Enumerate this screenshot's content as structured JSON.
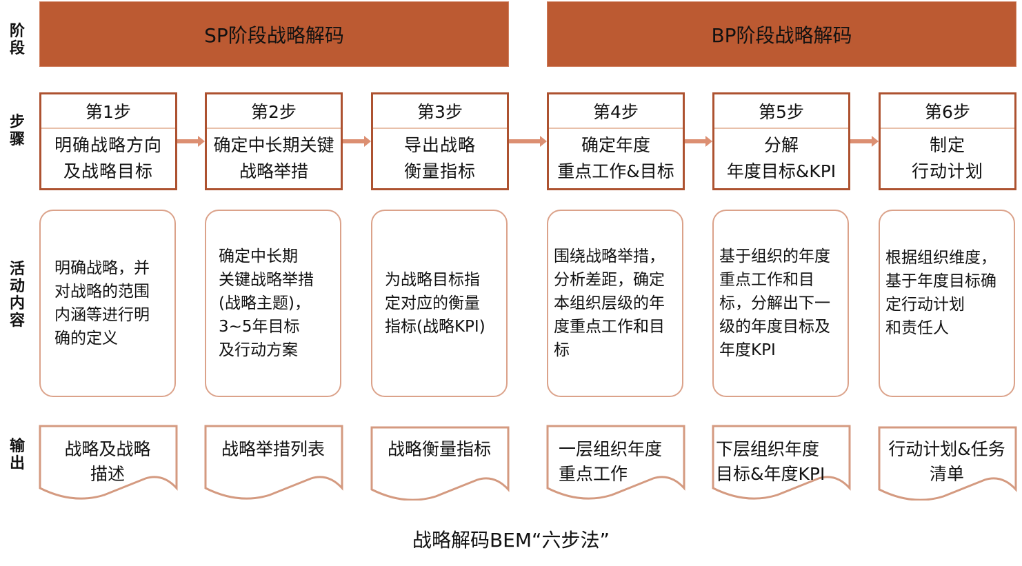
{
  "row_labels": {
    "phase": "阶\n段",
    "steps": "步\n骤",
    "activities": "活\n动\n内\n容",
    "outputs": "输\n出"
  },
  "phases": [
    {
      "label": "SP阶段战略解码"
    },
    {
      "label": "BP阶段战略解码"
    }
  ],
  "steps": [
    {
      "title": "第1步",
      "line1": "明确战略方向",
      "line2": "及战略目标"
    },
    {
      "title": "第2步",
      "line1": "确定中长期关键",
      "line2": "战略举措"
    },
    {
      "title": "第3步",
      "line1": "导出战略",
      "line2": "衡量指标"
    },
    {
      "title": "第4步",
      "line1": "确定年度",
      "line2": "重点工作&目标"
    },
    {
      "title": "第5步",
      "line1": "分解",
      "line2": "年度目标&KPI"
    },
    {
      "title": "第6步",
      "line1": "制定",
      "line2": "行动计划"
    }
  ],
  "activities": [
    {
      "text": "明确战略，并\n对战略的范围\n内涵等进行明\n确的定义"
    },
    {
      "text": "确定中长期\n关键战略举措\n(战略主题)，\n3~5年目标\n及行动方案"
    },
    {
      "text": "为战略目标指\n定对应的衡量\n指标(战略KPI)"
    },
    {
      "text": "围绕战略举措，\n分析差距，确定\n本组织层级的年\n度重点工作和目\n标"
    },
    {
      "text": "基于组织的年度\n重点工作和目\n标，分解出下一\n级的年度目标及\n年度KPI"
    },
    {
      "text": "根据组织维度，\n基于年度目标确\n定行动计划\n和责任人"
    }
  ],
  "outputs": [
    {
      "text": "战略及战略\n描述"
    },
    {
      "text": "战略举措列表"
    },
    {
      "text": "战略衡量指标"
    },
    {
      "text": "一层组织年度\n重点工作"
    },
    {
      "text": "下层组织年度\n目标&年度KPI"
    },
    {
      "text": "行动计划&任务\n清单"
    }
  ],
  "caption": "战略解码BEM“六步法”",
  "colors": {
    "phase_fill": "#bc5a32",
    "step_border": "#ad5230",
    "arrow": "#dc8f72",
    "activity_border": "#dba28a",
    "output_border": "#d49a80"
  }
}
